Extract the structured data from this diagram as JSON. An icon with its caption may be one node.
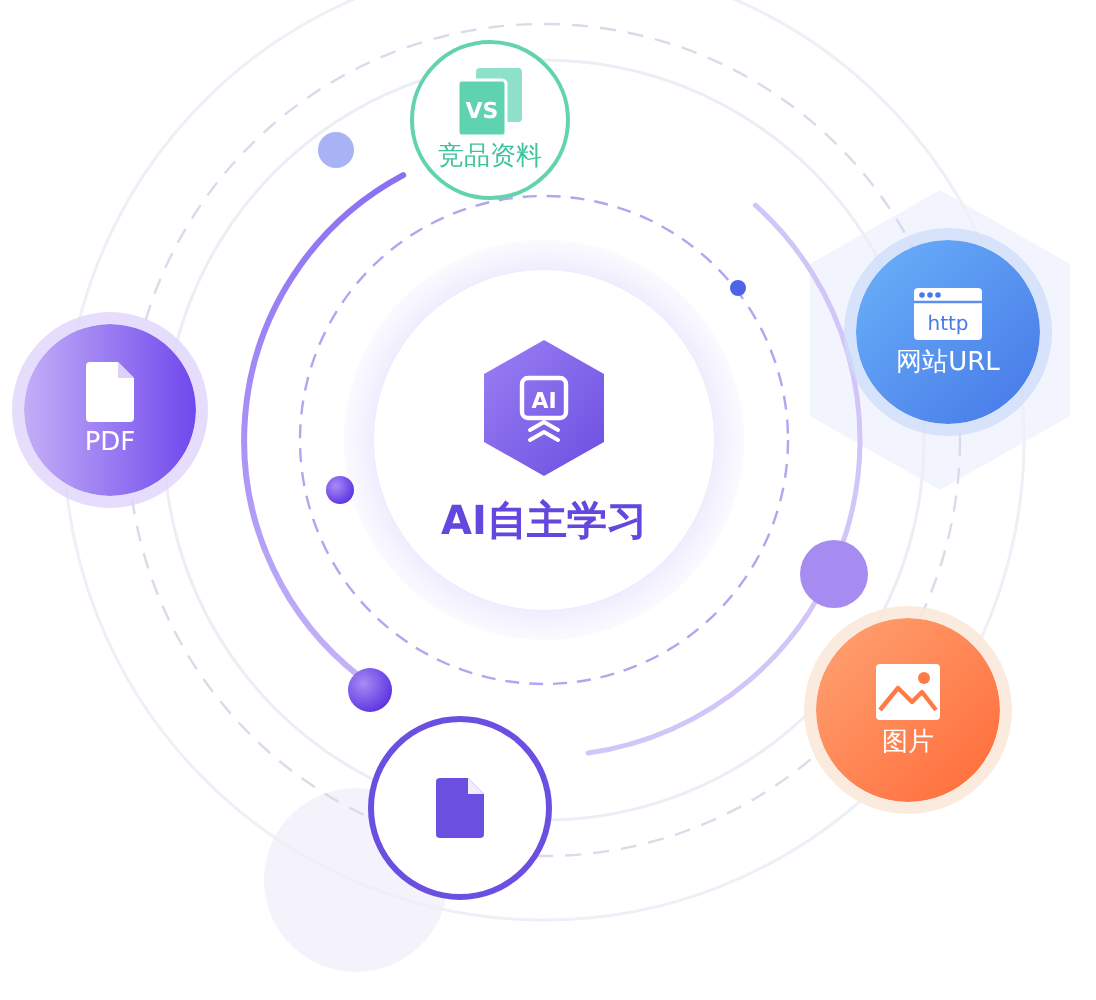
{
  "diagram": {
    "nodes": [
      {
        "text": [
          "VS",
          "竞品资料"
        ]
      },
      {
        "text": [
          "http",
          "网站URL"
        ]
      },
      {
        "text": [
          "PDF"
        ]
      },
      {
        "text": [
          "AI",
          "AI自主学习"
        ]
      },
      {
        "text": [
          "图片"
        ]
      },
      {
        "text": [],
        "shape": "circle"
      }
    ]
  }
}
